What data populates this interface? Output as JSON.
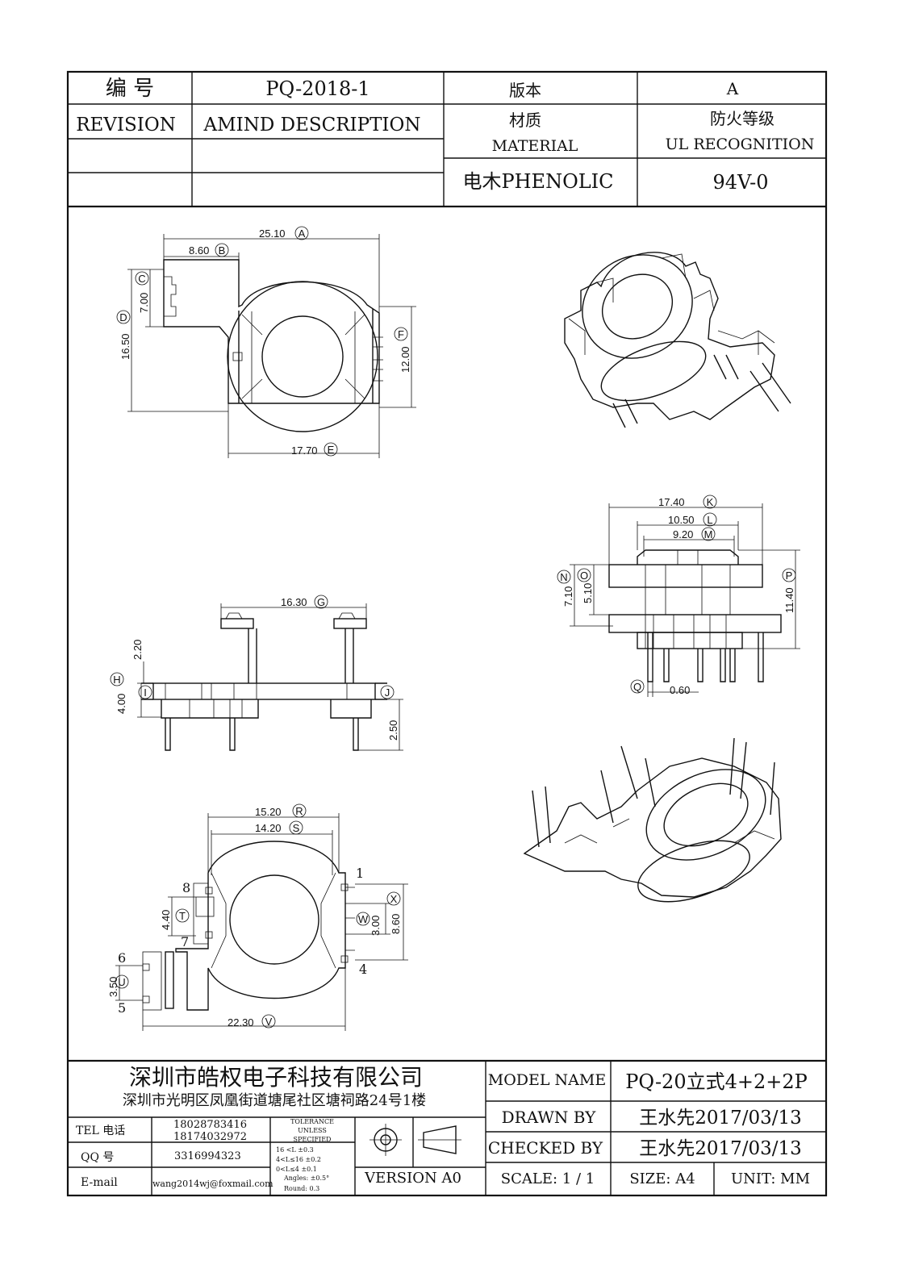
{
  "header": {
    "number_label": "编   号",
    "number_value": "PQ-2018-1",
    "version_label": "版本",
    "version_value": "A",
    "revision_label": "REVISION",
    "amend_label": "AMIND DESCRIPTION",
    "material_cn": "材质",
    "material_en": "MATERIAL",
    "ul_cn": "防火等级",
    "ul_en": "UL RECOGNITION",
    "material_value": "电木PHENOLIC",
    "ul_value": "94V-0"
  },
  "dimensions": {
    "A": {
      "value": "25.10",
      "tag": "A"
    },
    "B": {
      "value": "8.60",
      "tag": "B"
    },
    "C": {
      "value": "7.00",
      "tag": "C"
    },
    "D": {
      "value": "16.50",
      "tag": "D"
    },
    "E": {
      "value": "17.70",
      "tag": "E"
    },
    "F": {
      "value": "12.00",
      "tag": "F"
    },
    "G": {
      "value": "16.30",
      "tag": "G"
    },
    "H": {
      "value": "4.00",
      "tag": "H"
    },
    "I": {
      "value": "",
      "tag": "I"
    },
    "J": {
      "value": "",
      "tag": "J"
    },
    "K": {
      "value": "17.40",
      "tag": "K"
    },
    "L": {
      "value": "10.50",
      "tag": "L"
    },
    "M": {
      "value": "9.20",
      "tag": "M"
    },
    "N": {
      "value": "7.10",
      "tag": "N"
    },
    "O": {
      "value": "5.10",
      "tag": "O"
    },
    "P": {
      "value": "11.40",
      "tag": "P"
    },
    "Q": {
      "value": "0.60",
      "tag": "Q"
    },
    "R": {
      "value": "15.20",
      "tag": "R"
    },
    "S": {
      "value": "14.20",
      "tag": "S"
    },
    "T": {
      "value": "4.40",
      "tag": "T"
    },
    "U": {
      "value": "3.50",
      "tag": "U"
    },
    "V": {
      "value": "22.30",
      "tag": "V"
    },
    "W": {
      "value": "3.00",
      "tag": "W"
    },
    "X": {
      "value": "8.60",
      "tag": "X"
    },
    "side_top": "2.20",
    "side_pin": "2.50"
  },
  "pins": {
    "p1": "1",
    "p4": "4",
    "p5": "5",
    "p6": "6",
    "p7": "7",
    "p8": "8"
  },
  "footer": {
    "company_name": "深圳市皓权电子科技有限公司",
    "company_address": "深圳市光明区凤凰街道塘尾社区塘祠路24号1楼",
    "tel_label": "TEL 电话",
    "tel_value_1": "18028783416",
    "tel_value_2": "18174032972",
    "qq_label": "QQ   号",
    "qq_value": "3316994323",
    "email_label": "E-mail",
    "email_value": "wang2014wj@foxmail.com",
    "tolerance": [
      "TOLERANCE",
      "UNLESS",
      "SPECIFIED",
      "16 <L        ±0.3",
      "4<L≤16      ±0.2",
      "0<L≤4       ±0.1",
      "Angles: ±0.5°",
      "Round: 0.3"
    ],
    "version": "VERSION A0",
    "model_label": "MODEL NAME",
    "model_value": "PQ-20立式4+2+2P",
    "drawn_label": "DRAWN BY",
    "drawn_value": "王水先2017/03/13",
    "checked_label": "CHECKED BY",
    "checked_value": "王水先2017/03/13",
    "scale_label": "SCALE:  1 / 1",
    "size_label": "SIZE:  A4",
    "unit_label": "UNIT:  MM"
  }
}
